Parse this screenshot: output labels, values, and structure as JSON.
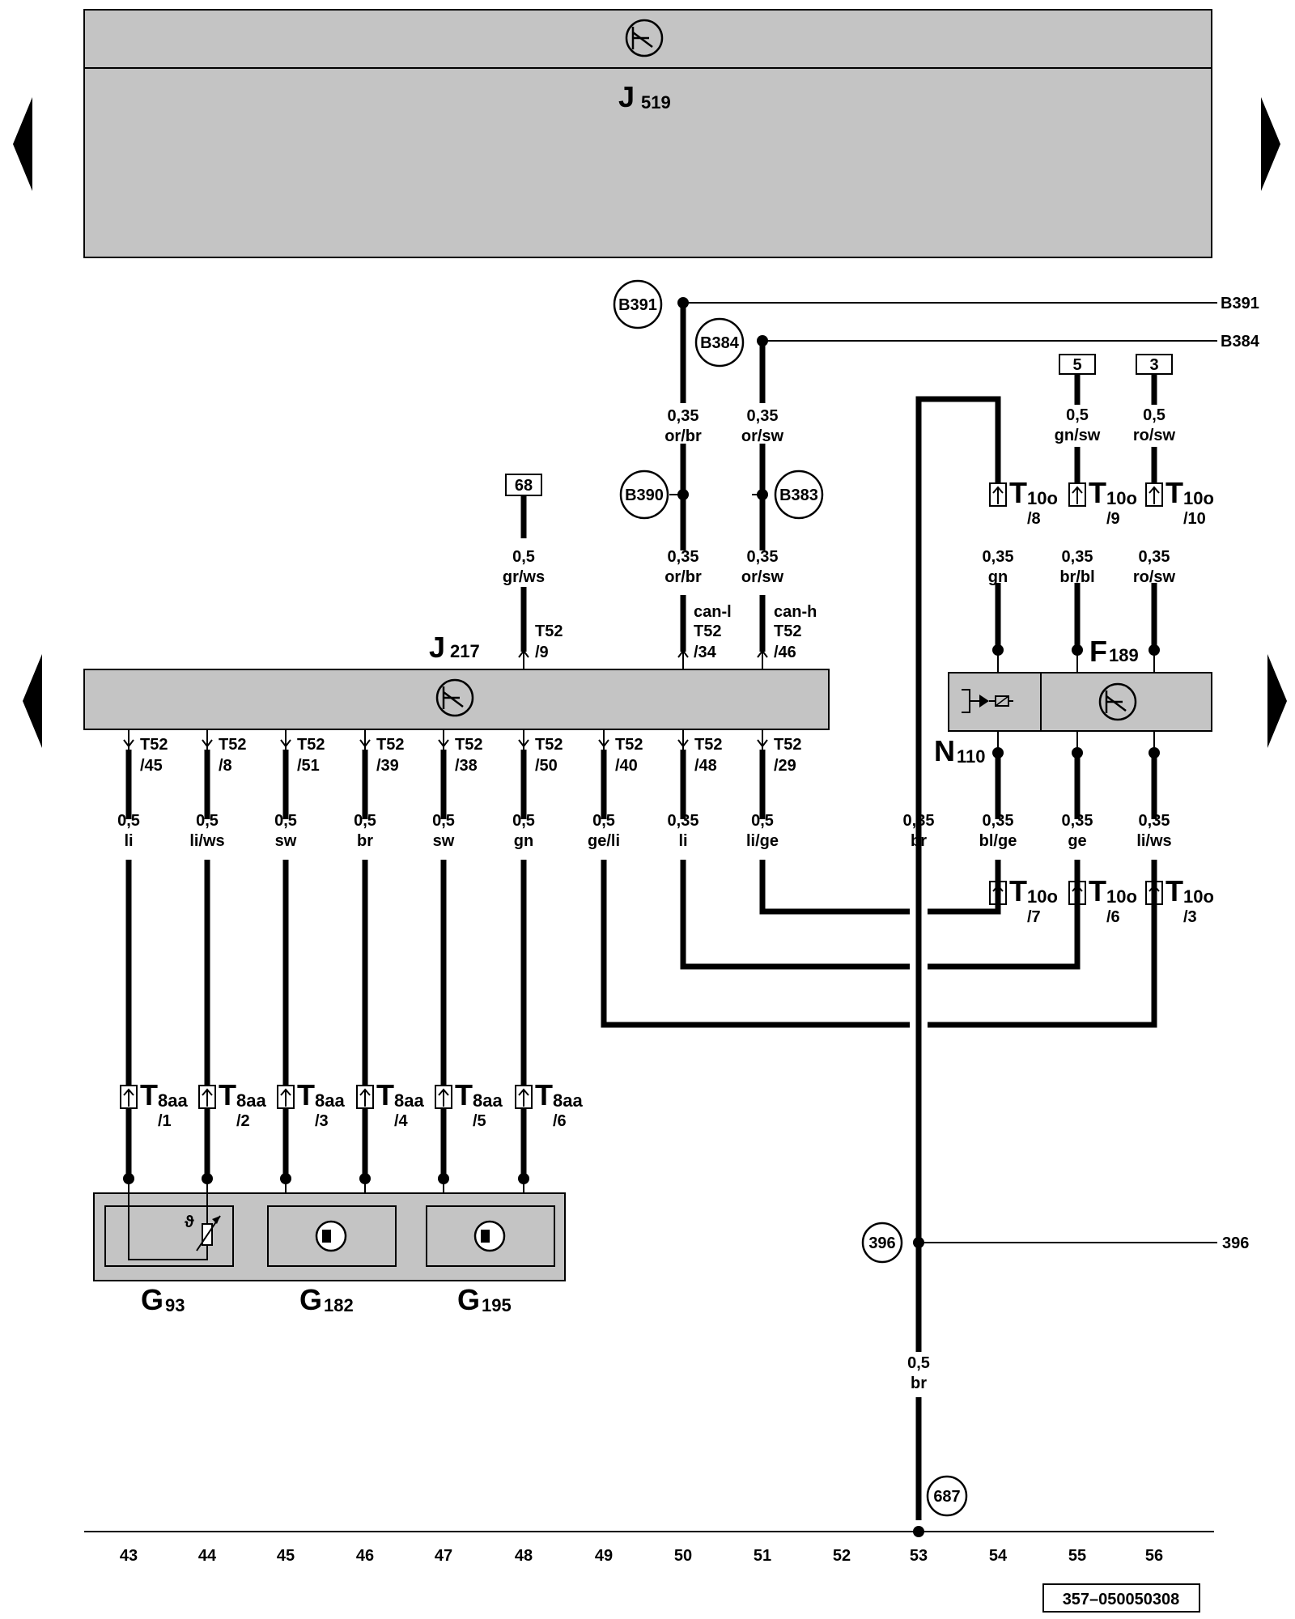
{
  "modules": {
    "j519": {
      "letter": "J",
      "num": "519"
    },
    "j217": {
      "letter": "J",
      "num": "217"
    },
    "f189": {
      "letter": "F",
      "num": "189"
    },
    "n110": {
      "letter": "N",
      "num": "110"
    },
    "g93": {
      "letter": "G",
      "num": "93"
    },
    "g182": {
      "letter": "G",
      "num": "182"
    },
    "g195": {
      "letter": "G",
      "num": "195"
    }
  },
  "splices": {
    "b391": "B391",
    "b384": "B384",
    "b390": "B390",
    "b383": "B383",
    "s396": "396",
    "s687": "687",
    "edge_b391": "B391",
    "edge_b384": "B384",
    "edge_396": "396"
  },
  "refs": {
    "r68": "68",
    "r5": "5",
    "r3": "3"
  },
  "wires": {
    "w68": {
      "size": "0,5",
      "color": "gr/ws"
    },
    "w_orbr_top": {
      "size": "0,35",
      "color": "or/br"
    },
    "w_orsw_top": {
      "size": "0,35",
      "color": "or/sw"
    },
    "w_orbr_bot": {
      "size": "0,35",
      "color": "or/br"
    },
    "w_orsw_bot": {
      "size": "0,35",
      "color": "or/sw"
    },
    "w5": {
      "size": "0,5",
      "color": "gn/sw"
    },
    "w3": {
      "size": "0,5",
      "color": "ro/sw"
    },
    "w_gn": {
      "size": "0,35",
      "color": "gn"
    },
    "w_brbl": {
      "size": "0,35",
      "color": "br/bl"
    },
    "w_rosw": {
      "size": "0,35",
      "color": "ro/sw"
    },
    "w_c43": {
      "size": "0,5",
      "color": "li"
    },
    "w_c44": {
      "size": "0,5",
      "color": "li/ws"
    },
    "w_c45": {
      "size": "0,5",
      "color": "sw"
    },
    "w_c46": {
      "size": "0,5",
      "color": "br"
    },
    "w_c47": {
      "size": "0,5",
      "color": "sw"
    },
    "w_c48": {
      "size": "0,5",
      "color": "gn"
    },
    "w_c49": {
      "size": "0,5",
      "color": "ge/li"
    },
    "w_c50": {
      "size": "0,35",
      "color": "li"
    },
    "w_c51": {
      "size": "0,5",
      "color": "li/ge"
    },
    "w_c53": {
      "size": "0,35",
      "color": "br"
    },
    "w_c54": {
      "size": "0,35",
      "color": "bl/ge"
    },
    "w_c55": {
      "size": "0,35",
      "color": "ge"
    },
    "w_c56": {
      "size": "0,35",
      "color": "li/ws"
    },
    "w_bottom": {
      "size": "0,5",
      "color": "br"
    }
  },
  "pins": {
    "t52_9": {
      "a": "T52",
      "b": "/9"
    },
    "t52_34": {
      "a": "T52",
      "b": "/34",
      "sig": "can-l"
    },
    "t52_46": {
      "a": "T52",
      "b": "/46",
      "sig": "can-h"
    },
    "t52_45": {
      "a": "T52",
      "b": "/45"
    },
    "t52_8": {
      "a": "T52",
      "b": "/8"
    },
    "t52_51": {
      "a": "T52",
      "b": "/51"
    },
    "t52_39": {
      "a": "T52",
      "b": "/39"
    },
    "t52_38": {
      "a": "T52",
      "b": "/38"
    },
    "t52_50": {
      "a": "T52",
      "b": "/50"
    },
    "t52_40": {
      "a": "T52",
      "b": "/40"
    },
    "t52_48": {
      "a": "T52",
      "b": "/48"
    },
    "t52_29": {
      "a": "T52",
      "b": "/29"
    }
  },
  "connectors": {
    "t10o_8": {
      "big": "T",
      "sub": "10o",
      "pin": "/8"
    },
    "t10o_9": {
      "big": "T",
      "sub": "10o",
      "pin": "/9"
    },
    "t10o_10": {
      "big": "T",
      "sub": "10o",
      "pin": "/10"
    },
    "t10o_7": {
      "big": "T",
      "sub": "10o",
      "pin": "/7"
    },
    "t10o_6": {
      "big": "T",
      "sub": "10o",
      "pin": "/6"
    },
    "t10o_3": {
      "big": "T",
      "sub": "10o",
      "pin": "/3"
    },
    "t8aa_1": {
      "big": "T",
      "sub": "8aa",
      "pin": "/1"
    },
    "t8aa_2": {
      "big": "T",
      "sub": "8aa",
      "pin": "/2"
    },
    "t8aa_3": {
      "big": "T",
      "sub": "8aa",
      "pin": "/3"
    },
    "t8aa_4": {
      "big": "T",
      "sub": "8aa",
      "pin": "/4"
    },
    "t8aa_5": {
      "big": "T",
      "sub": "8aa",
      "pin": "/5"
    },
    "t8aa_6": {
      "big": "T",
      "sub": "8aa",
      "pin": "/6"
    }
  },
  "columns": [
    "43",
    "44",
    "45",
    "46",
    "47",
    "48",
    "49",
    "50",
    "51",
    "52",
    "53",
    "54",
    "55",
    "56"
  ],
  "footer_code": "357–050050308",
  "colors": {
    "module_fill": "#c4c4c4",
    "line": "#000000",
    "background": "#ffffff"
  }
}
